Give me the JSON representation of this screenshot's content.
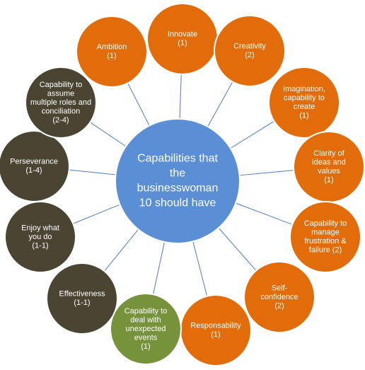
{
  "colors": {
    "center": "#5a8ed5",
    "orange": "#e36c0a",
    "dark": "#4a4532",
    "green": "#76933c",
    "spoke": "#4f7bc0"
  },
  "center": {
    "lines": [
      "Capabilities that",
      "the",
      "businesswoman",
      "10 should have"
    ]
  },
  "nodes": [
    {
      "id": "innovate",
      "color": "orange",
      "lines": [
        "Innovate",
        "(1)"
      ]
    },
    {
      "id": "creativity",
      "color": "orange",
      "lines": [
        "Creativity",
        "(2)"
      ]
    },
    {
      "id": "imagination",
      "color": "orange",
      "lines": [
        "Imagination,",
        "capability to",
        "create",
        "(1)"
      ]
    },
    {
      "id": "clarity",
      "color": "orange",
      "lines": [
        "Clarity of",
        "ideas and",
        "values",
        "(1)"
      ]
    },
    {
      "id": "frustration",
      "color": "orange",
      "lines": [
        "Capability to",
        "manage",
        "frustration &",
        "failure (2)"
      ]
    },
    {
      "id": "self-confidence",
      "color": "orange",
      "lines": [
        "Self-",
        "confidence",
        "(2)"
      ]
    },
    {
      "id": "responsability",
      "color": "orange",
      "lines": [
        "Responsability",
        "(1)"
      ]
    },
    {
      "id": "unexpected-events",
      "color": "green",
      "lines": [
        "Capability to",
        "deal with",
        "unexpected",
        "events",
        "(1)"
      ]
    },
    {
      "id": "effectiveness",
      "color": "dark",
      "lines": [
        "Effectiveness",
        "(1-1)"
      ]
    },
    {
      "id": "enjoy",
      "color": "dark",
      "lines": [
        "Enjoy what",
        "you do",
        "(1-1)"
      ]
    },
    {
      "id": "perseverance",
      "color": "dark",
      "lines": [
        "Perseverance",
        "(1-4)"
      ]
    },
    {
      "id": "multiple-roles",
      "color": "dark",
      "lines": [
        "Capability to",
        "assume",
        "multiple roles and",
        "conciliation",
        "(2-4)"
      ]
    },
    {
      "id": "ambition",
      "color": "orange",
      "lines": [
        "Ambition",
        "(1)"
      ]
    }
  ]
}
